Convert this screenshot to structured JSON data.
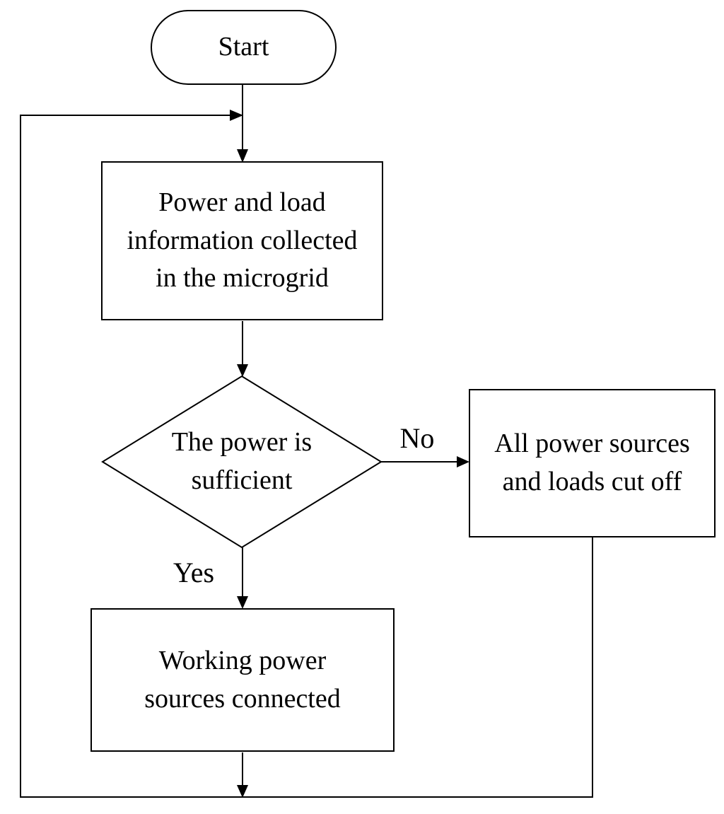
{
  "colors": {
    "stroke": "#000000",
    "background": "#ffffff",
    "text": "#000000"
  },
  "nodes": {
    "start": {
      "type": "terminator",
      "label": "Start"
    },
    "collect": {
      "type": "process",
      "label": "Power and load\ninformation collected\nin the microgrid"
    },
    "decision": {
      "type": "decision",
      "label": "The power is\nsufficient"
    },
    "cutoff": {
      "type": "process",
      "label": "All power sources\nand loads cut off"
    },
    "connect": {
      "type": "process",
      "label": "Working power\nsources connected"
    }
  },
  "branch_labels": {
    "no": "No",
    "yes": "Yes"
  },
  "flow": [
    {
      "from": "start",
      "to": "collect"
    },
    {
      "from": "collect",
      "to": "decision"
    },
    {
      "from": "decision",
      "to": "cutoff",
      "label": "No"
    },
    {
      "from": "decision",
      "to": "connect",
      "label": "Yes"
    },
    {
      "from": "connect",
      "to": "collect",
      "via": "bottom-left-loop"
    },
    {
      "from": "cutoff",
      "to": "collect",
      "via": "bottom-left-loop"
    }
  ]
}
